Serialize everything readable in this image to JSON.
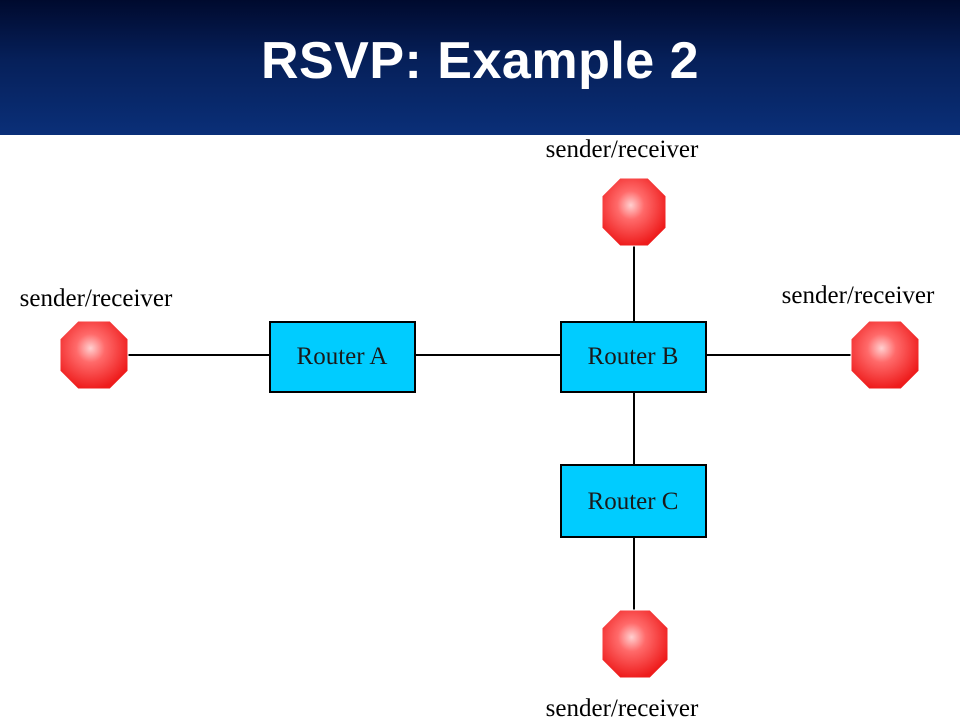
{
  "slide": {
    "title": "RSVP: Example 2"
  },
  "diagram": {
    "routers": {
      "a": "Router A",
      "b": "Router B",
      "c": "Router C"
    },
    "hosts": {
      "top": "sender/receiver",
      "left": "sender/receiver",
      "right": "sender/receiver",
      "bottom": "sender/receiver"
    }
  },
  "colors": {
    "title_bar": "#06205a",
    "router_fill": "#00ccff",
    "host_fill": "#ff3333"
  }
}
